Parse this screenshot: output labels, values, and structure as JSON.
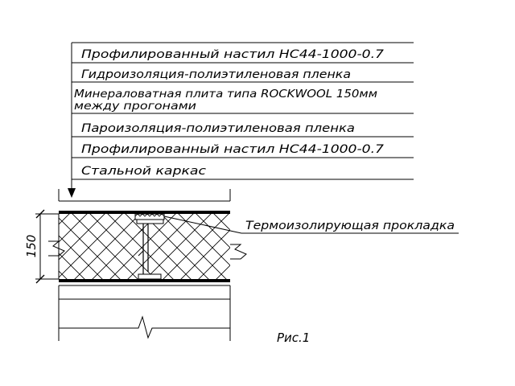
{
  "callouts": [
    {
      "lines": [
        "Профилированный настил НС44-1000-0.7"
      ]
    },
    {
      "lines": [
        "Гидроизоляция-полиэтиленовая пленка"
      ]
    },
    {
      "lines": [
        "Минераловатная плита типа ROCKWOOL 150мм",
        "между прогонами"
      ]
    },
    {
      "lines": [
        "Пароизоляция-полиэтиленовая пленка"
      ]
    },
    {
      "lines": [
        "Профилированный настил НС44-1000-0.7"
      ]
    },
    {
      "lines": [
        "Стальной каркас"
      ]
    }
  ],
  "dimension": {
    "value": "150"
  },
  "annotation": {
    "label": "Термоизолирующая прокладка"
  },
  "figure": {
    "caption": "Рис.1"
  }
}
